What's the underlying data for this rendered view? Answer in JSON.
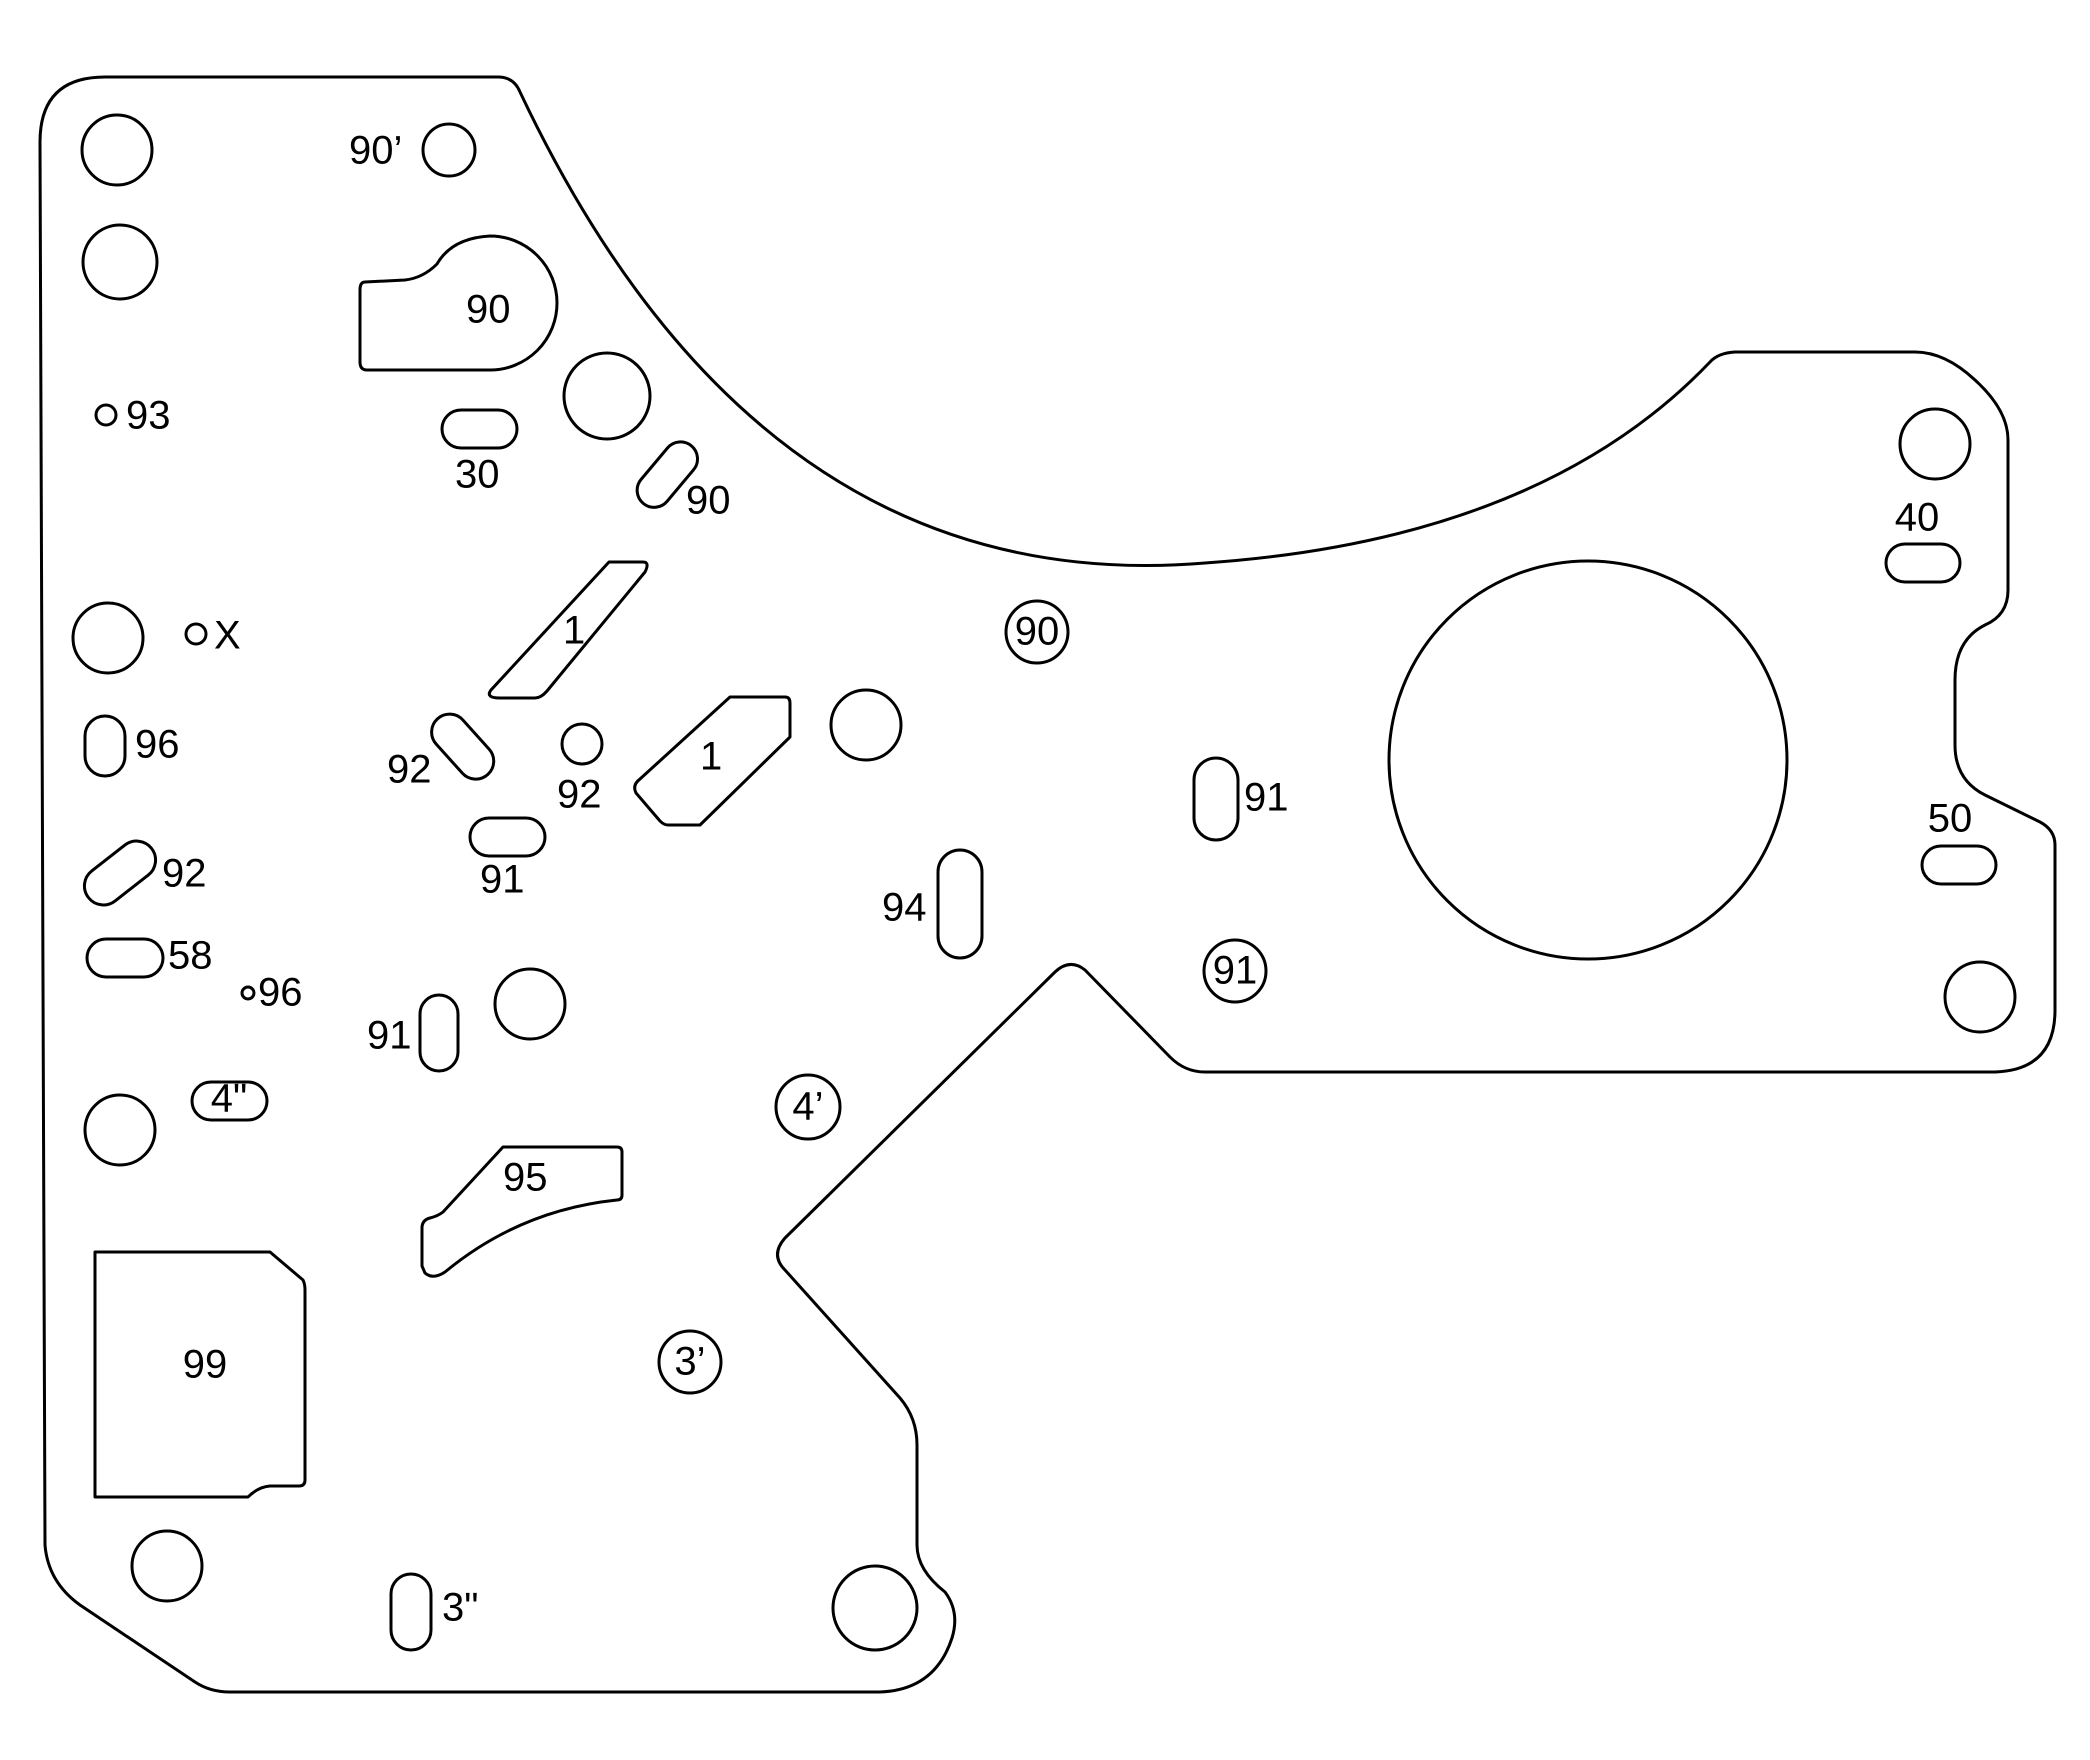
{
  "diagram": {
    "colors": {
      "stroke": "#000000",
      "background": "#ffffff"
    },
    "labels": {
      "l_90p": "90’",
      "l_90a": "90",
      "l_93": "93",
      "l_30": "30",
      "l_90b": "90",
      "l_x": "X",
      "l_1a": "1",
      "l_90c": "90",
      "l_96a": "96",
      "l_92a": "92",
      "l_92b": "92",
      "l_1b": "1",
      "l_91a": "91",
      "l_92c": "92",
      "l_91b": "91",
      "l_58": "58",
      "l_96b": "96",
      "l_94": "94",
      "l_91c": "91",
      "l_91d": "91",
      "l_4pp": "4\"",
      "l_4p": "4’",
      "l_95": "95",
      "l_99": "99",
      "l_3p": "3’",
      "l_3pp": "3\"",
      "l_40": "40",
      "l_50": "50"
    }
  }
}
